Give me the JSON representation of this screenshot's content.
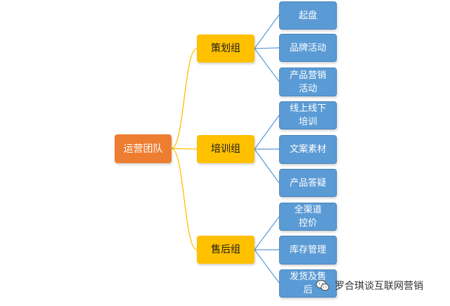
{
  "diagram": {
    "root": {
      "label": "运营团队"
    },
    "groups": [
      {
        "label": "策划组",
        "items": [
          "起盘",
          "品牌活动",
          "产品营销活动"
        ]
      },
      {
        "label": "培训组",
        "items": [
          "线上线下培训",
          "文案素材",
          "产品答疑"
        ]
      },
      {
        "label": "售后组",
        "items": [
          "全渠道控价",
          "库存管理",
          "发货及售后"
        ]
      }
    ]
  },
  "colors": {
    "root": "#ED7D31",
    "group": "#FFC000",
    "leaf": "#5B9BD5",
    "root_connector": "#FFC000",
    "group_connector": "#5B9BD5"
  },
  "watermark": {
    "text": "罗合琪谈互联网营销",
    "icon": "wechat-icon"
  }
}
